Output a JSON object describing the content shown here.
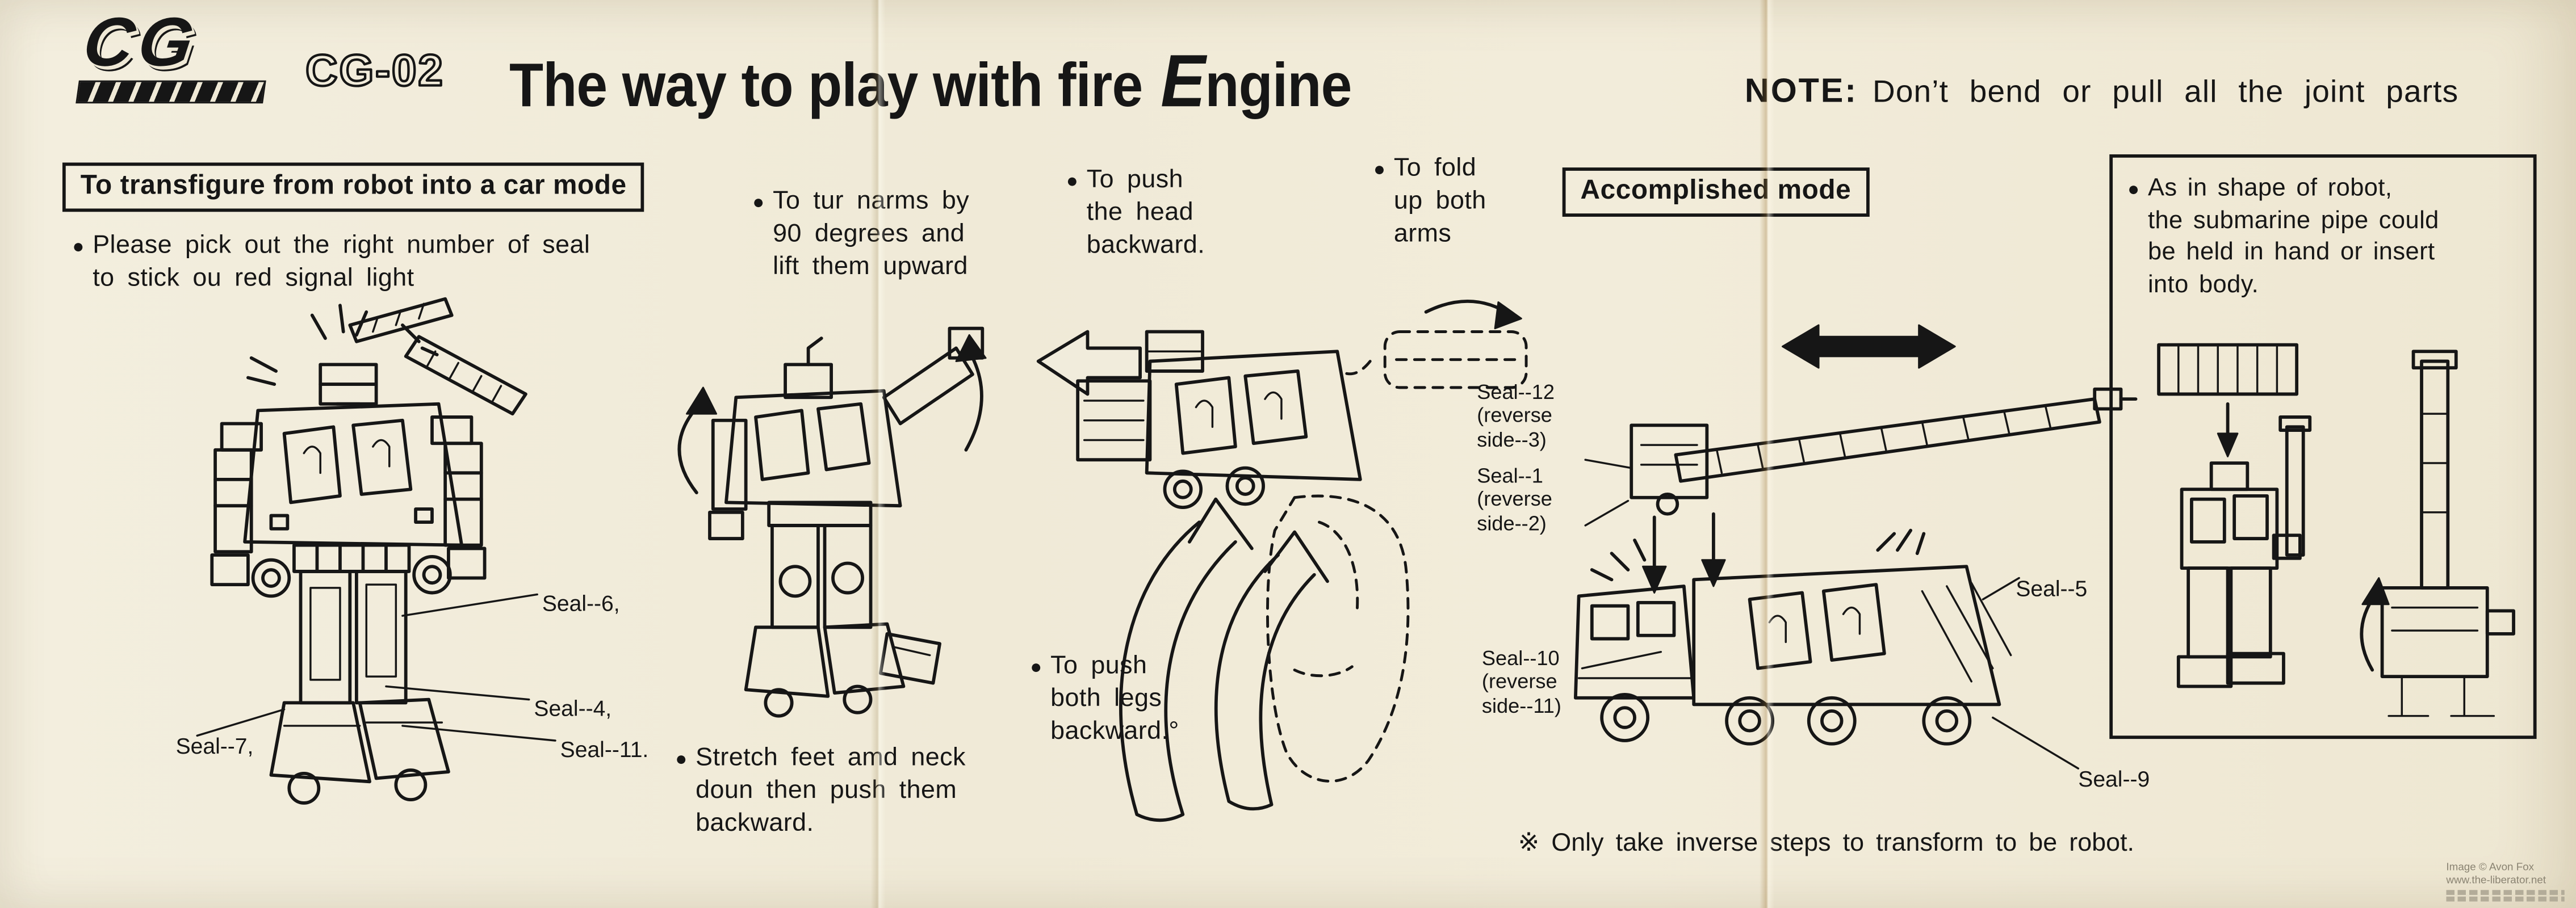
{
  "glyphs": {
    "bullet": "●"
  },
  "colors": {
    "paper": "#f1ecdc",
    "ink": "#161616",
    "crease": "#c9b98f"
  },
  "header": {
    "logo": {
      "main": "CG",
      "code": "CG-02"
    },
    "title": {
      "lead": "The way to play with fire",
      "engine_cap": "E",
      "engine_rest": "ngine"
    },
    "note_label": "NOTE:",
    "note_text": "Don’t bend or pull all the joint parts"
  },
  "section_transfigure": {
    "box_title": "To transfigure from robot into a car mode",
    "step_seal": {
      "lines": [
        "Please pick out the right number of seal",
        "to stick ou red signal light"
      ]
    },
    "step_arms": {
      "lines": [
        "To tur narms by",
        "90 degrees and",
        "lift them upward"
      ]
    },
    "step_feet": {
      "lines": [
        "Stretch feet amd neck",
        "doun then push them",
        "backward."
      ]
    },
    "step_head": {
      "lines": [
        "To push",
        "the head",
        "backward."
      ]
    },
    "step_fold": {
      "lines": [
        "To fold",
        "up both",
        "arms"
      ]
    },
    "step_legs": {
      "lines": [
        "To push",
        "both legs",
        "backward.°"
      ]
    }
  },
  "seals": {
    "seal7": "Seal--7,",
    "seal6": "Seal--6,",
    "seal4": "Seal--4,",
    "seal11": "Seal--11.",
    "seal12": {
      "lines": [
        "Seal--12",
        "(reverse",
        "side--3)"
      ]
    },
    "seal1": {
      "lines": [
        "Seal--1",
        "(reverse",
        "side--2)"
      ]
    },
    "seal10": {
      "lines": [
        "Seal--10",
        "(reverse",
        "side--11)"
      ]
    },
    "seal5": "Seal--5",
    "seal9": "Seal--9"
  },
  "accomplished": {
    "box_title": "Accomplished mode",
    "footnote": "※ Only take inverse steps to transform to be robot."
  },
  "right_panel": {
    "lines": [
      "As in shape of robot,",
      "the submarine pipe could",
      "be held in hand or insert",
      "into body."
    ]
  },
  "watermark": {
    "lines": [
      "Image © Avon Fox",
      "www.the-liberator.net"
    ]
  }
}
